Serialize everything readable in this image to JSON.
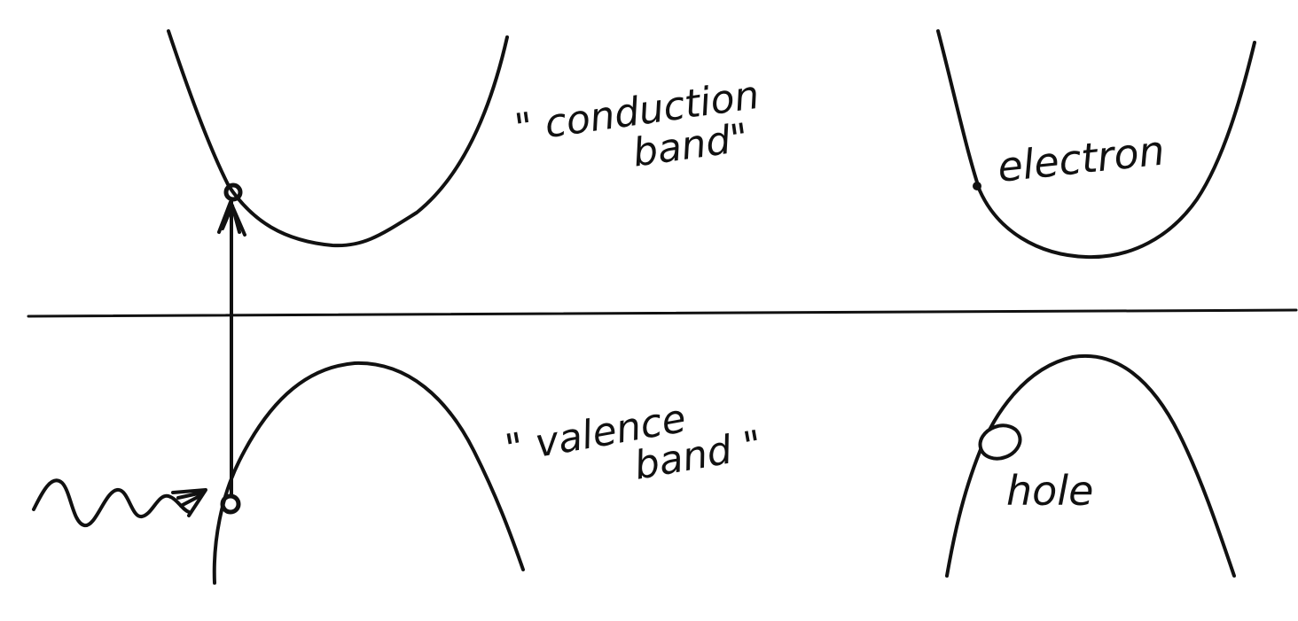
{
  "labels": {
    "conduction_band": "\" conduction band\"",
    "conduction_band_line1": "\" conduction",
    "conduction_band_line2": "band\"",
    "valence_band": "\" valence band \"",
    "valence_band_line1": "\" valence",
    "valence_band_line2": "band \"",
    "electron": "electron",
    "hole": "hole"
  },
  "colors": {
    "ink": "#111111",
    "background": "#ffffff"
  }
}
